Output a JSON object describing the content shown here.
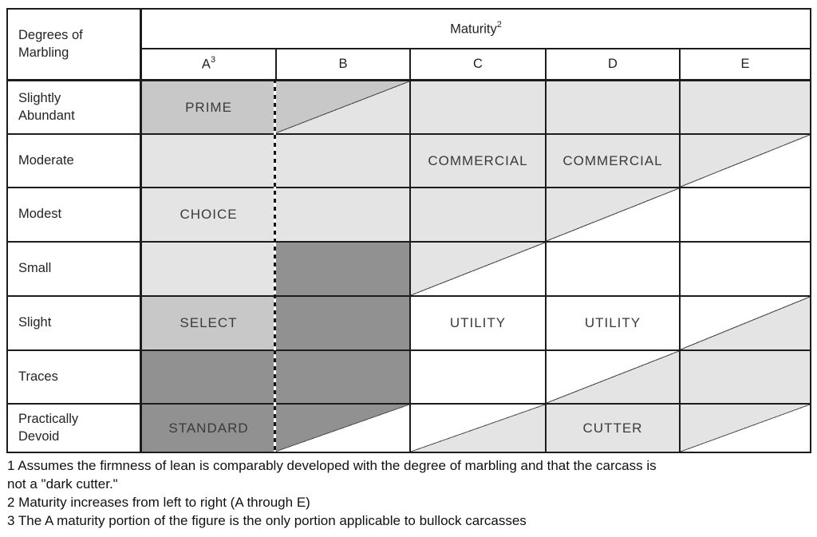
{
  "figure": {
    "header": {
      "corner": "Degrees of Marbling",
      "maturity_label": "Maturity",
      "maturity_sup": "2",
      "columns": [
        {
          "label": "A",
          "sup": "3"
        },
        {
          "label": "B",
          "sup": ""
        },
        {
          "label": "C",
          "sup": ""
        },
        {
          "label": "D",
          "sup": ""
        },
        {
          "label": "E",
          "sup": ""
        }
      ]
    },
    "rows": [
      {
        "label": "Slightly Abundant",
        "cells": [
          "PRIME",
          "",
          "",
          "",
          ""
        ]
      },
      {
        "label": "Moderate",
        "cells": [
          "",
          "",
          "COMMERCIAL",
          "COMMERCIAL",
          ""
        ]
      },
      {
        "label": "Modest",
        "cells": [
          "CHOICE",
          "",
          "",
          "",
          ""
        ]
      },
      {
        "label": "Small",
        "cells": [
          "",
          "",
          "",
          "",
          ""
        ]
      },
      {
        "label": "Slight",
        "cells": [
          "SELECT",
          "",
          "UTILITY",
          "UTILITY",
          ""
        ]
      },
      {
        "label": "Traces",
        "cells": [
          "",
          "",
          "",
          "",
          ""
        ]
      },
      {
        "label": "Practically Devoid",
        "cells": [
          "STANDARD",
          "",
          "",
          "CUTTER",
          ""
        ]
      }
    ],
    "footnotes": [
      "1 Assumes the firmness of lean is comparably developed with the degree of marbling and that the carcass is",
      "not a \"dark cutter.\"",
      "2 Maturity increases from left to right (A through E)",
      "3 The A maturity portion of the figure is the only portion applicable to bullock carcasses"
    ],
    "colors": {
      "light_gray": "#e4e4e4",
      "medium_gray": "#c8c8c8",
      "dark_gray": "#919191",
      "white": "#ffffff",
      "line": "#1c1c1c"
    }
  }
}
